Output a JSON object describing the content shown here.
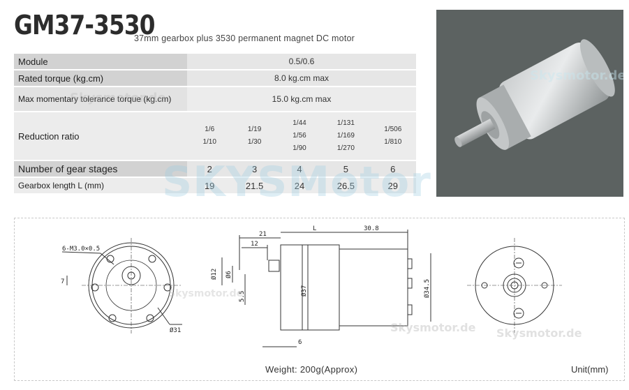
{
  "model": "GM37-3530",
  "subtitle": "37mm gearbox plus 3530 permanent magnet DC  motor",
  "spec": {
    "module": {
      "label": "Module",
      "value": "0.5/0.6"
    },
    "rated_torque": {
      "label": "Rated torque (kg.cm)",
      "value": "8.0 kg.cm max"
    },
    "max_torque": {
      "label": "Max momentary tolerance torque (kg.cm)",
      "value": "15.0 kg.cm max"
    },
    "reduction": {
      "label": "Reduction ratio",
      "cols": [
        {
          "line1": "1/6",
          "line2": "1/10",
          "line3": ""
        },
        {
          "line1": "1/19",
          "line2": "1/30",
          "line3": ""
        },
        {
          "line1": "1/44",
          "line2": "1/56",
          "line3": "1/90"
        },
        {
          "line1": "1/131",
          "line2": "1/169",
          "line3": "1/270"
        },
        {
          "line1": "1/506",
          "line2": "1/810",
          "line3": ""
        }
      ]
    },
    "stages": {
      "label": "Number of gear stages",
      "values": [
        "2",
        "3",
        "4",
        "5",
        "6"
      ]
    },
    "length": {
      "label": "Gearbox length  L (mm)",
      "values": [
        "19",
        "21.5",
        "24",
        "26.5",
        "29"
      ]
    }
  },
  "watermarks": {
    "big": "SKYSMotor",
    "small": "Skysmotor.de",
    "photo": "Skysmotor.de"
  },
  "drawing": {
    "front": {
      "hole_label": "6-M3.0×0.5",
      "dim_7": "7",
      "dim_31": "Ø31"
    },
    "side": {
      "dim_21": "21",
      "dim_12": "12",
      "dim_L": "L",
      "dim_30_8": "30.8",
      "dim_phi12": "Ø12",
      "dim_phi6": "Ø6",
      "dim_5_5": "5.5",
      "dim_phi37": "Ø37",
      "dim_phi34_5": "Ø34.5",
      "dim_6": "6"
    }
  },
  "weight": "Weight: 200g(Approx)",
  "unit": "Unit(mm)"
}
